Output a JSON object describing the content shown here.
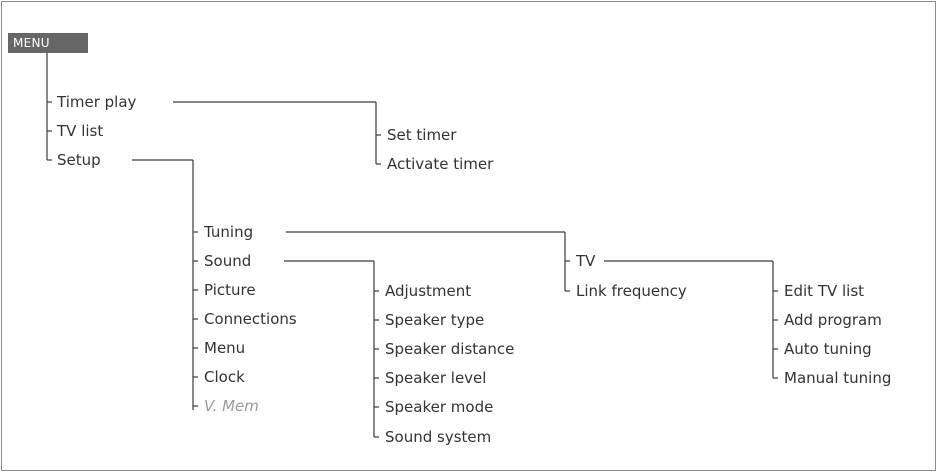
{
  "root": {
    "label": "MENU"
  },
  "level1": [
    {
      "id": "timer-play",
      "label": "Timer play"
    },
    {
      "id": "tv-list",
      "label": "TV list"
    },
    {
      "id": "setup",
      "label": "Setup"
    }
  ],
  "timer_play_children": [
    {
      "id": "set-timer",
      "label": "Set timer"
    },
    {
      "id": "activate-timer",
      "label": "Activate timer"
    }
  ],
  "setup_children": [
    {
      "id": "tuning",
      "label": "Tuning"
    },
    {
      "id": "sound",
      "label": "Sound"
    },
    {
      "id": "picture",
      "label": "Picture"
    },
    {
      "id": "connections",
      "label": "Connections"
    },
    {
      "id": "menu",
      "label": "Menu"
    },
    {
      "id": "clock",
      "label": "Clock"
    },
    {
      "id": "v-mem",
      "label": "V. Mem",
      "dimmed": true
    }
  ],
  "sound_children": [
    {
      "id": "adjustment",
      "label": "Adjustment"
    },
    {
      "id": "speaker-type",
      "label": "Speaker type"
    },
    {
      "id": "speaker-distance",
      "label": "Speaker distance"
    },
    {
      "id": "speaker-level",
      "label": "Speaker level"
    },
    {
      "id": "speaker-mode",
      "label": "Speaker mode"
    },
    {
      "id": "sound-system",
      "label": "Sound system"
    }
  ],
  "tuning_children": [
    {
      "id": "tv",
      "label": "TV"
    },
    {
      "id": "link-frequency",
      "label": "Link frequency"
    }
  ],
  "tv_children": [
    {
      "id": "edit-tv-list",
      "label": "Edit TV list"
    },
    {
      "id": "add-program",
      "label": "Add program"
    },
    {
      "id": "auto-tuning",
      "label": "Auto tuning"
    },
    {
      "id": "manual-tuning",
      "label": "Manual tuning"
    }
  ]
}
